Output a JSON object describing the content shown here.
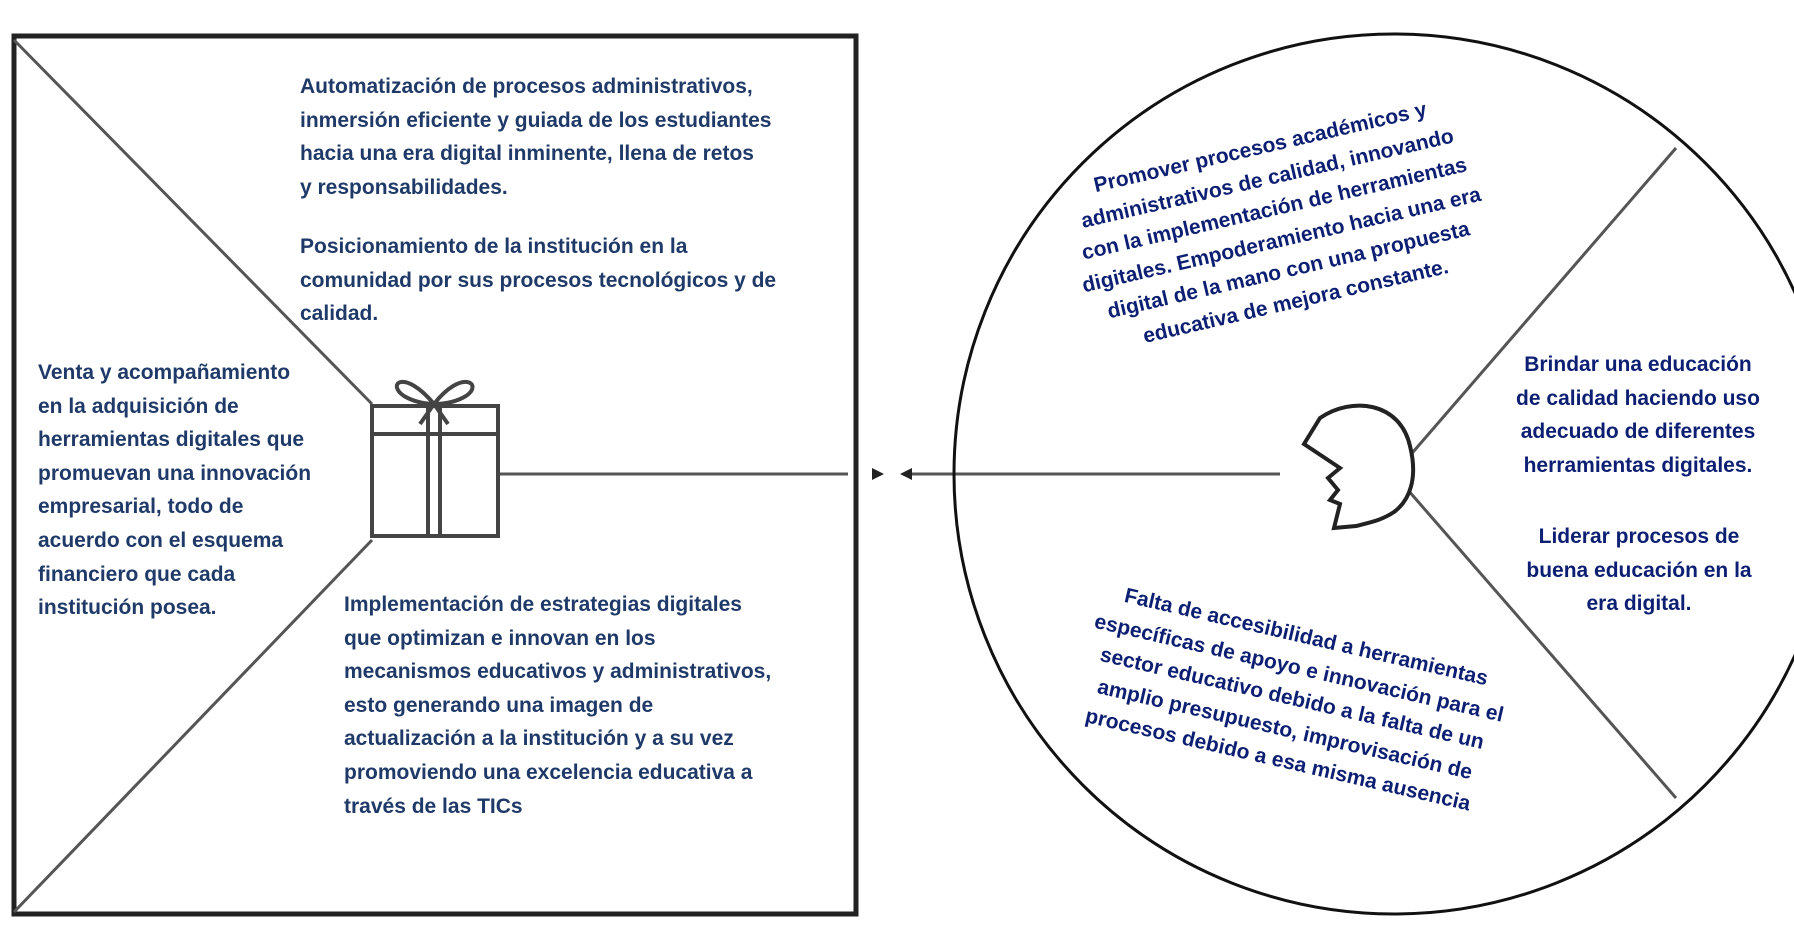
{
  "colors": {
    "body_text": "#1f3a68",
    "curved_text": "#0d1f73",
    "lines": "#222222",
    "circle_outline": "#111111",
    "gift_stroke": "#444444"
  },
  "icons": {
    "gift": "gift-icon",
    "face": "face-profile-icon",
    "left_arrow_tip": "arrow-right-icon",
    "right_arrow_tip": "arrow-left-icon"
  },
  "product_square": {
    "gains_creators": "Automatización de procesos administrativos,\ninmersión eficiente y guiada de los estudiantes\nhacia una era digital inminente, llena de retos\ny responsabilidades.",
    "positioning": "Posicionamiento de la institución en la\ncomunidad por sus procesos tecnológicos y de\ncalidad.",
    "products_services": "Venta y acompañamiento\nen la adquisición de\nherramientas digitales que\npromuevan una innovación\nempresarial, todo de\nacuerdo con el esquema\nfinanciero que cada\ninstitución posea.",
    "pain_relievers": "Implementación de estrategias digitales\nque optimizan e innovan en los\nmecanismos educativos y administrativos,\nesto generando una imagen de\nactualización a la institución y a su vez\npromoviendo una excelencia educativa a\ntravés de las TICs"
  },
  "customer_circle": {
    "gains": "Promover procesos académicos y\nadministrativos de calidad, innovando\ncon la implementación de herramientas\ndigitales. Empoderamiento hacia una era\ndigital de la mano con una propuesta\neducativa de mejora constante.",
    "jobs": "Brindar una educación\nde calidad haciendo uso\nadecuado de diferentes\nherramientas digitales.",
    "jobs_2": "Liderar procesos de\nbuena educación en la\nera digital.",
    "pains": "Falta de accesibilidad a herramientas\nespecíficas de apoyo e innovación para el\nsector educativo debido a la falta de un\namplio presupuesto, improvisación de\nprocesos debido a esa misma ausencia"
  }
}
